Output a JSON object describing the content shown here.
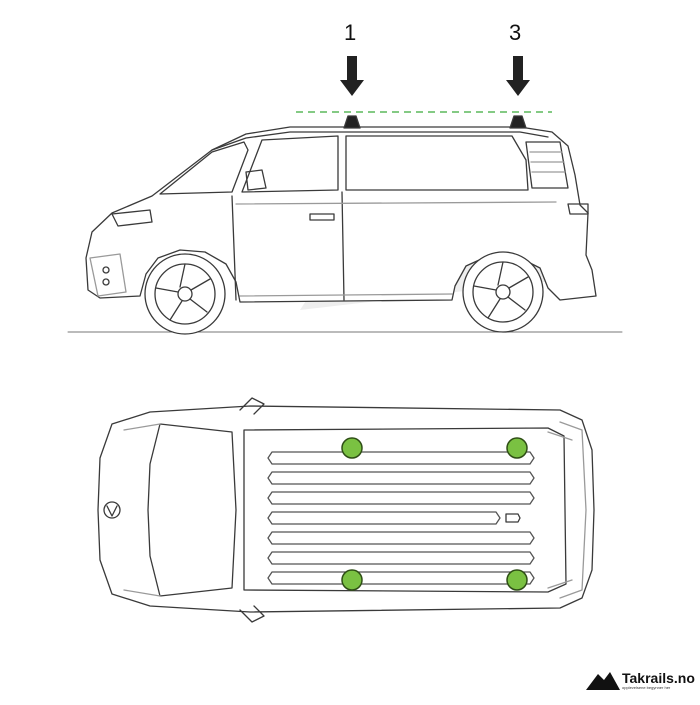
{
  "diagram": {
    "markers": [
      {
        "label": "1"
      },
      {
        "label": "3"
      }
    ]
  },
  "brand": {
    "name": "Takrails.no",
    "tagline": "opplevelsene begynner her"
  },
  "colors": {
    "line": "#3a3a3a",
    "light_line": "#9a9a9a",
    "guide": "#5cb85c",
    "foot_point": "#7ac142",
    "watermark": "#e6e6e6"
  }
}
